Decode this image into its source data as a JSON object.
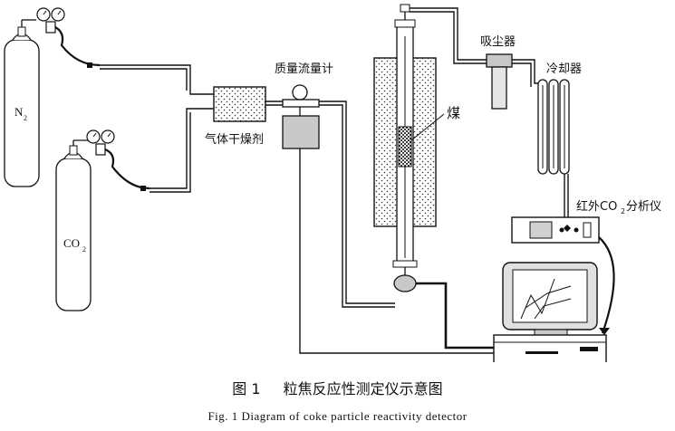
{
  "labels": {
    "n2": "N",
    "n2_sub": "2",
    "co2": "CO",
    "co2_sub": "2",
    "dryer": "气体干燥剂",
    "flowmeter": "质量流量计",
    "coal": "煤",
    "dust": "吸尘器",
    "cooler": "冷却器",
    "analyzer_pre": "红外CO",
    "analyzer_sub": "2",
    "analyzer_post": "分析仪"
  },
  "caption": {
    "fig_no_zh": "图 1",
    "title_zh": "粒焦反应性测定仪示意图",
    "title_en": "Fig. 1   Diagram of coke particle reactivity detector"
  },
  "colors": {
    "line": "#111111",
    "fill_gray": "#c8c8c8",
    "fill_light": "#e6e6e6"
  }
}
